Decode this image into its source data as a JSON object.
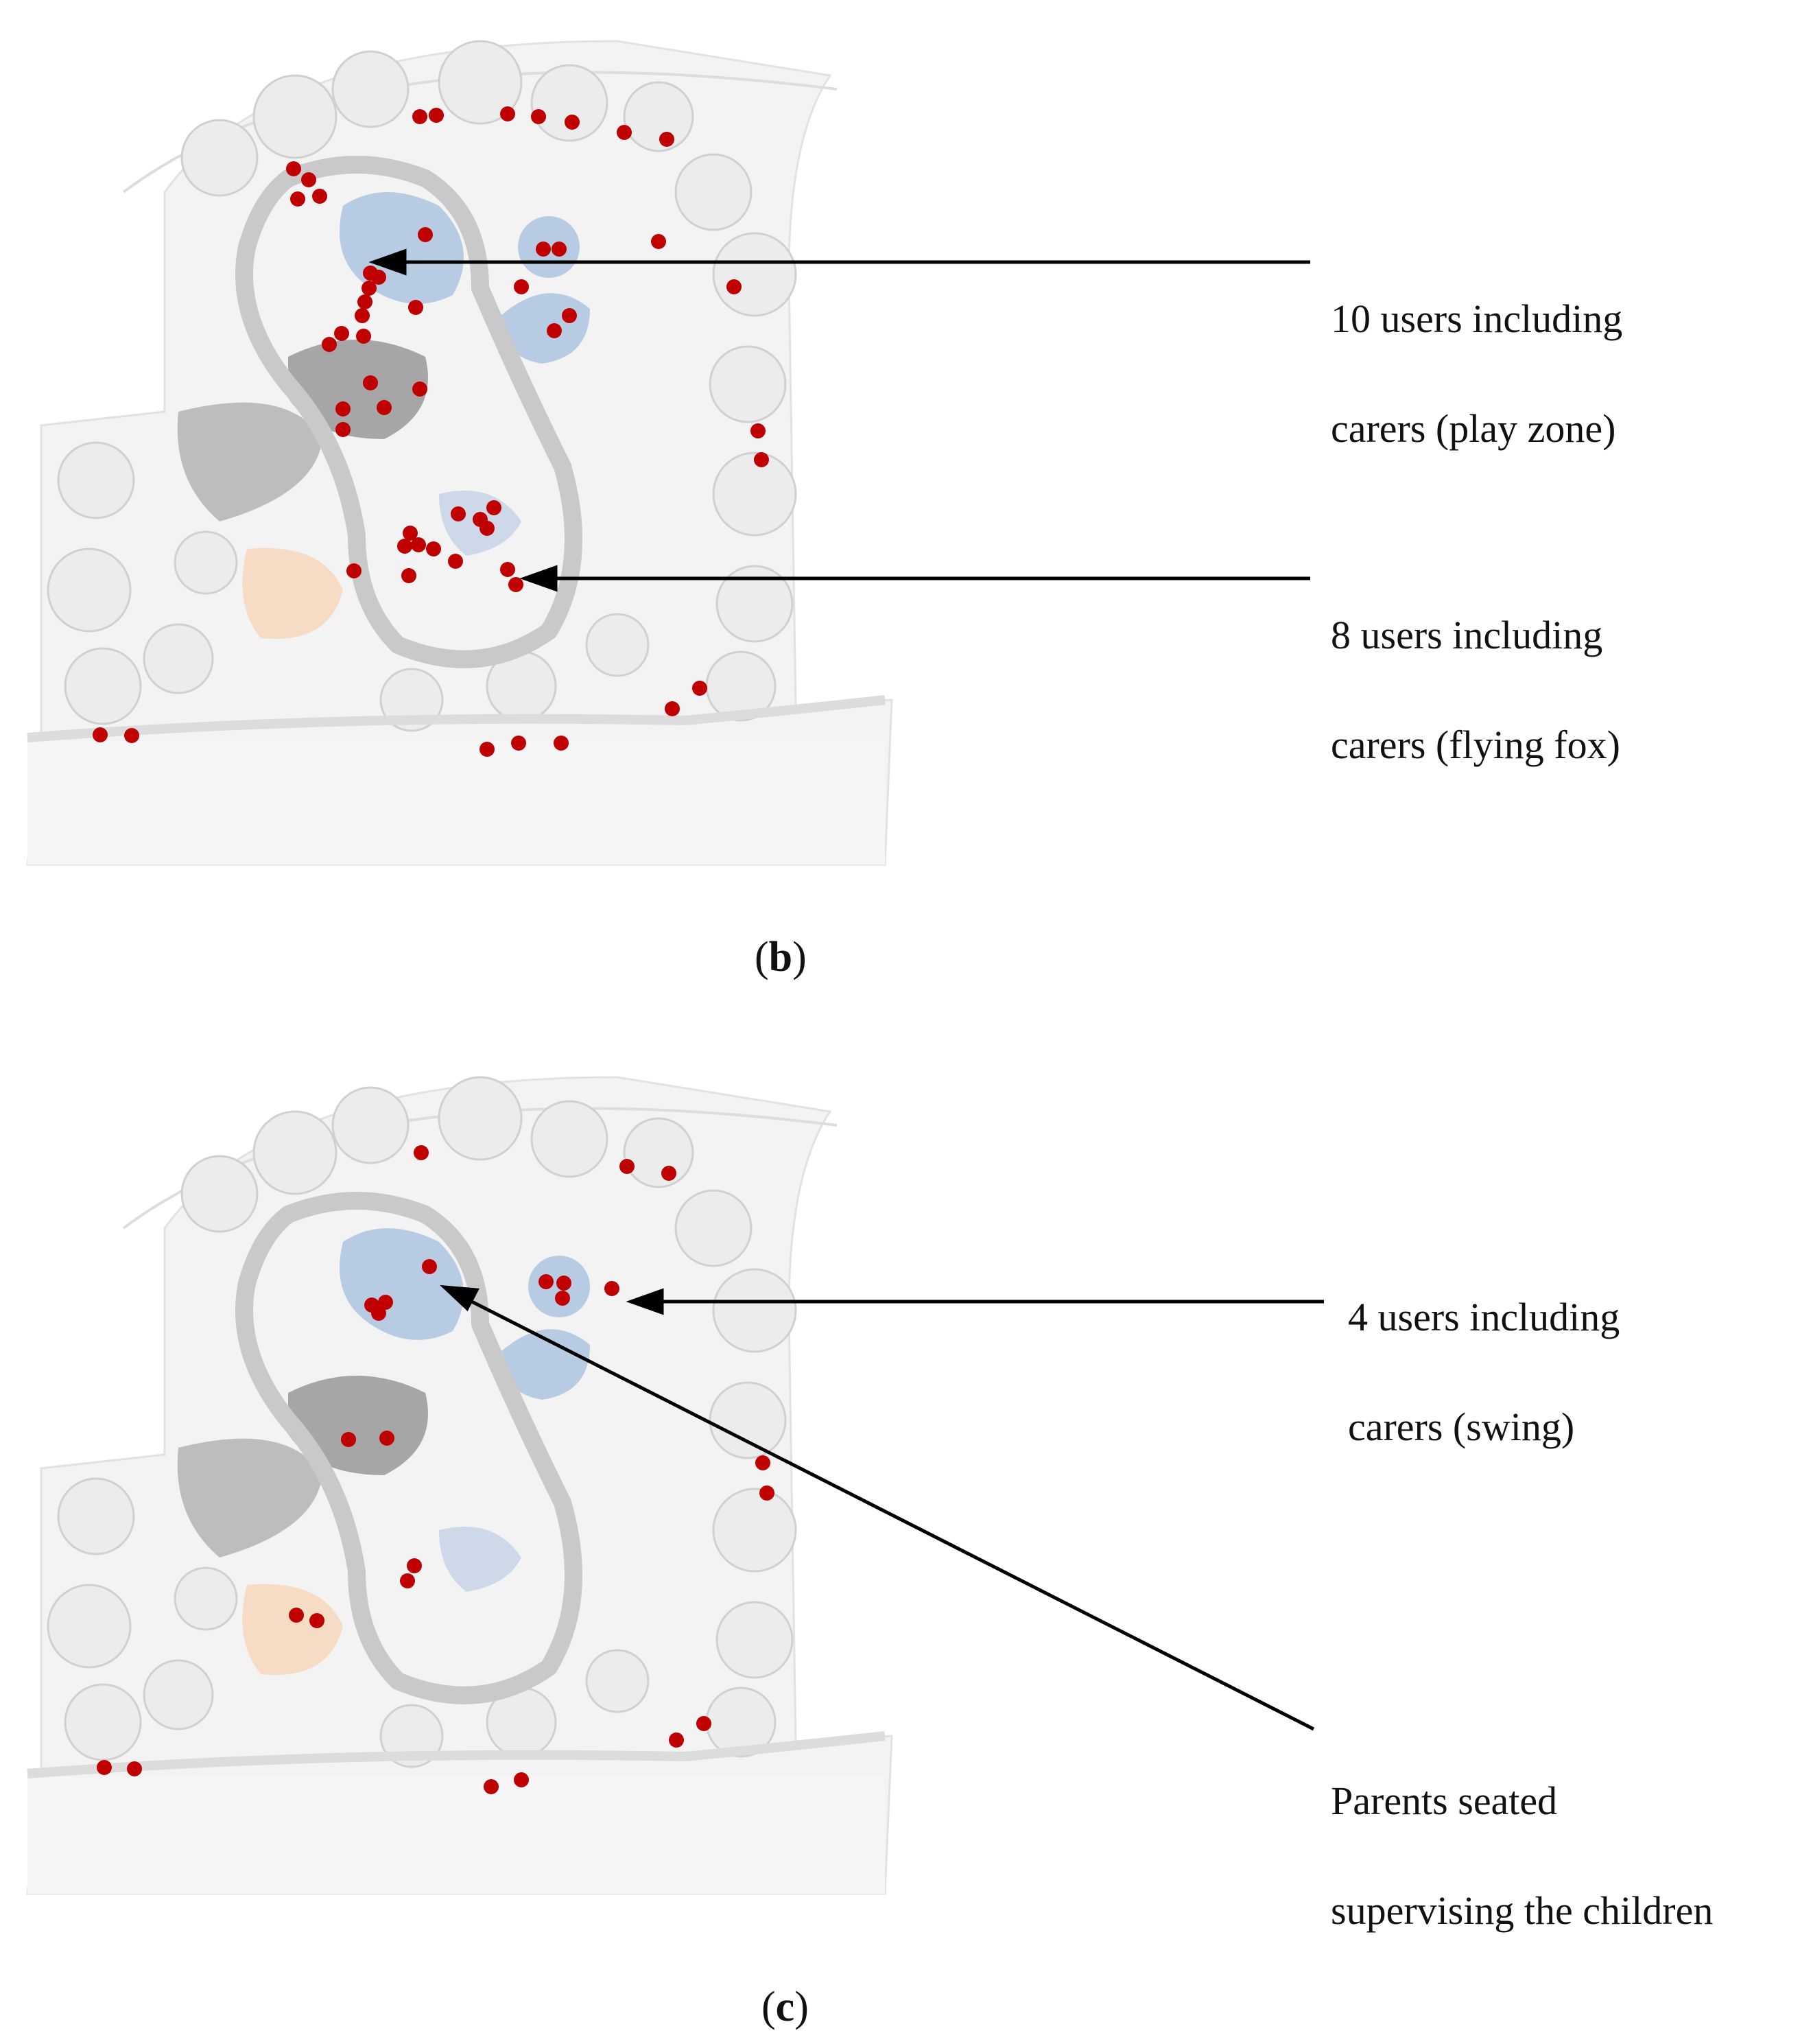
{
  "panel_b": {
    "caption_letter": "b",
    "callouts": [
      {
        "line1": "10 users including",
        "line2": "carers (play zone)"
      },
      {
        "line1": "8 users including",
        "line2": "carers (flying fox)"
      }
    ],
    "user_marker_count": 60
  },
  "panel_c": {
    "caption_letter": "c",
    "callouts": [
      {
        "line1": "4 users including",
        "line2": "carers (swing)"
      },
      {
        "line1": "Parents seated",
        "line2": "supervising the children"
      }
    ],
    "user_marker_count": 30
  },
  "colors": {
    "marker": "#c00000",
    "water": "#b7cbe3",
    "path": "#c9c9c9",
    "dark_zone": "#9a9a9a",
    "sand": "#f6dcc4",
    "tree": "#d9d9d9",
    "background": "#ffffff"
  }
}
